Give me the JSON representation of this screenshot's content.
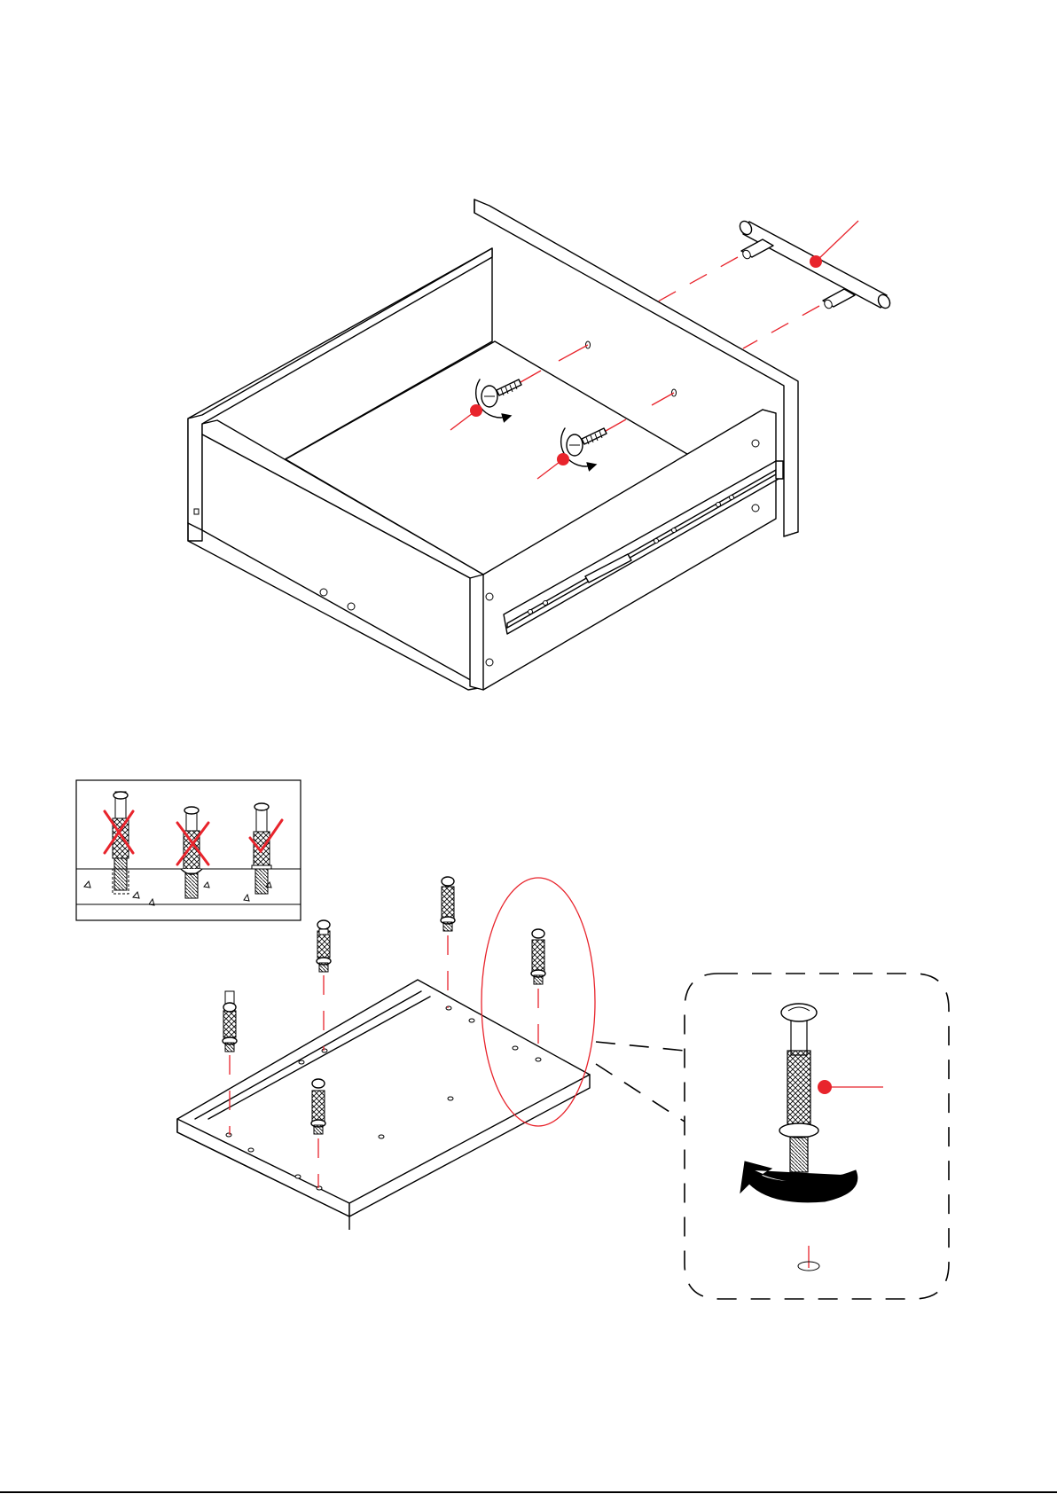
{
  "document": {
    "type": "assembly-instructions",
    "text_labels": []
  },
  "colors": {
    "line": "#000000",
    "callout": "#e8242c",
    "background": "#ffffff"
  },
  "steps": [
    {
      "name": "drawer-assembly",
      "parts": [
        "drawer-box",
        "bar-handle",
        "handle-screw",
        "handle-screw",
        "drawer-slide"
      ],
      "icons": [
        "rotate-clockwise-icon",
        "rotate-clockwise-icon"
      ]
    },
    {
      "name": "cam-bolt-installation",
      "parts": [
        "panel",
        "cam-bolt",
        "cam-bolt",
        "cam-bolt",
        "cam-bolt",
        "cam-bolt"
      ],
      "inset": {
        "name": "cam-bolt-depth-guide",
        "examples": [
          {
            "depth": "too-shallow",
            "result": "incorrect",
            "mark": "x-mark-icon"
          },
          {
            "depth": "too-deep",
            "result": "incorrect",
            "mark": "x-mark-icon"
          },
          {
            "depth": "flush",
            "result": "correct",
            "mark": "check-mark-icon"
          }
        ]
      },
      "detail": {
        "name": "cam-bolt-detail",
        "icon": "rotate-clockwise-icon"
      }
    }
  ]
}
